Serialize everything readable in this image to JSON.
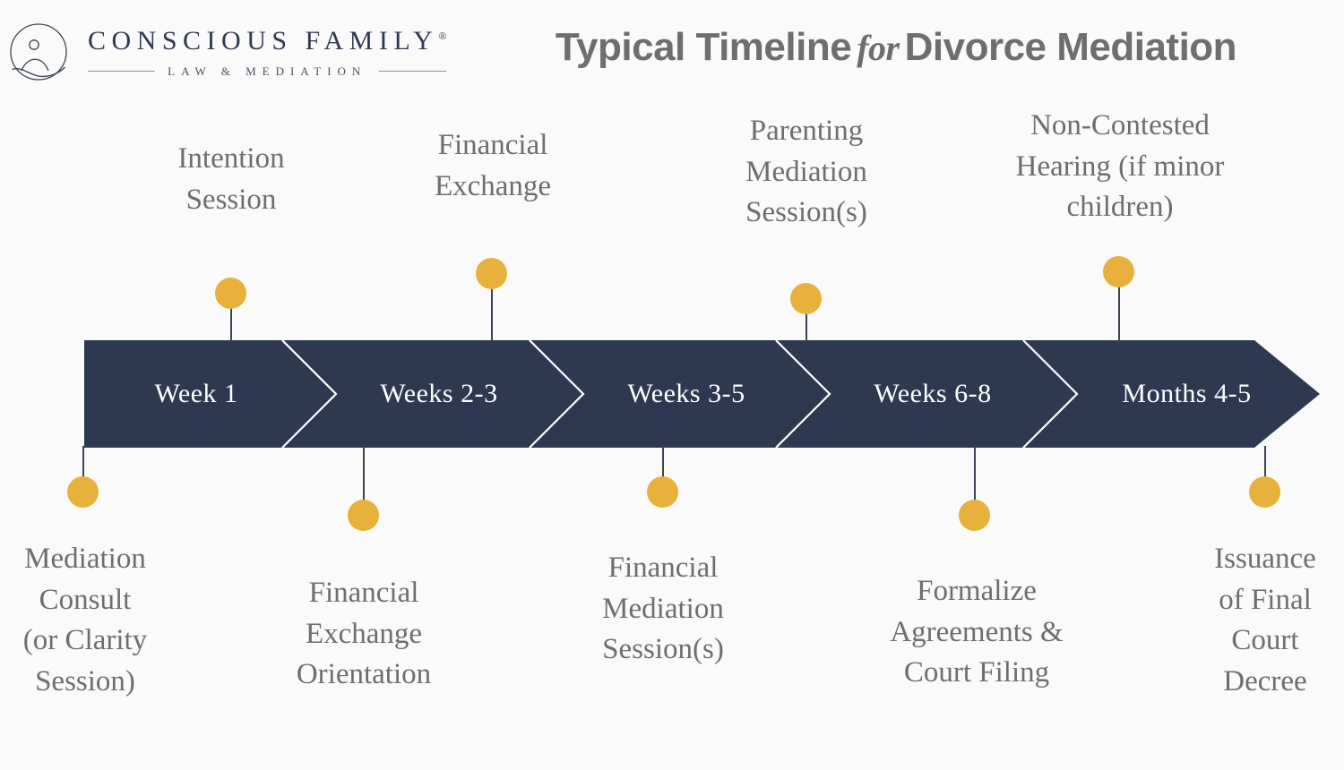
{
  "brand": {
    "name": "CONSCIOUS FAMILY",
    "registered": "®",
    "tagline": "LAW & MEDIATION",
    "logo_icon": "circle-sun-hills-logo"
  },
  "title": {
    "part1": "Typical Timeline",
    "script": "for",
    "part2": "Divorce Mediation"
  },
  "colors": {
    "bar": "#2e3951",
    "dot": "#e8b13c",
    "label_text": "#6e6e6e",
    "bar_text": "#ffffff",
    "background": "#fafafa",
    "logo_navy": "#2e3951"
  },
  "timeline": {
    "segments": [
      {
        "label": "Week 1"
      },
      {
        "label": "Weeks 2-3"
      },
      {
        "label": "Weeks 3-5"
      },
      {
        "label": "Weeks 6-8"
      },
      {
        "label": "Months 4-5"
      }
    ],
    "milestones_above": [
      {
        "label": "Intention\nSession"
      },
      {
        "label": "Financial\nExchange"
      },
      {
        "label": "Parenting\nMediation\nSession(s)"
      },
      {
        "label": "Non-Contested\nHearing (if minor\nchildren)"
      }
    ],
    "milestones_below": [
      {
        "label": "Mediation\nConsult\n(or Clarity\nSession)"
      },
      {
        "label": "Financial\nExchange\nOrientation"
      },
      {
        "label": "Financial\nMediation\nSession(s)"
      },
      {
        "label": "Formalize\nAgreements &\nCourt Filing"
      },
      {
        "label": "Issuance\nof Final\nCourt\nDecree"
      }
    ]
  },
  "chart_data": {
    "type": "timeline",
    "title": "Typical Timeline for Divorce Mediation",
    "axis_segments": [
      "Week 1",
      "Weeks 2-3",
      "Weeks 3-5",
      "Weeks 6-8",
      "Months 4-5"
    ],
    "events": [
      {
        "label": "Mediation Consult (or Clarity Session)",
        "position": "below",
        "segment": "Week 1"
      },
      {
        "label": "Intention Session",
        "position": "above",
        "segment": "Week 1"
      },
      {
        "label": "Financial Exchange Orientation",
        "position": "below",
        "segment": "Weeks 2-3"
      },
      {
        "label": "Financial Exchange",
        "position": "above",
        "segment": "Weeks 2-3"
      },
      {
        "label": "Financial Mediation Session(s)",
        "position": "below",
        "segment": "Weeks 3-5"
      },
      {
        "label": "Parenting Mediation Session(s)",
        "position": "above",
        "segment": "Weeks 6-8"
      },
      {
        "label": "Formalize Agreements & Court Filing",
        "position": "below",
        "segment": "Weeks 6-8"
      },
      {
        "label": "Non-Contested Hearing (if minor children)",
        "position": "above",
        "segment": "Months 4-5"
      },
      {
        "label": "Issuance of Final Court Decree",
        "position": "below",
        "segment": "Months 4-5"
      }
    ]
  }
}
